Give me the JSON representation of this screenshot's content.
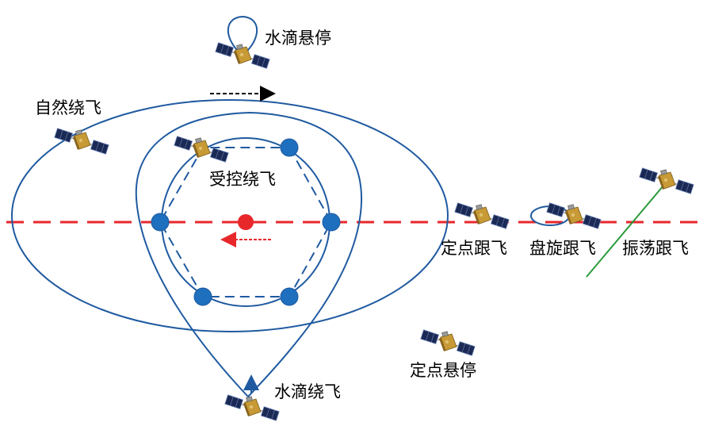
{
  "labels": {
    "water_drop_hover": "水滴悬停",
    "natural_flyaround": "自然绕飞",
    "controlled_flyaround": "受控绕飞",
    "fixed_point_follow": "定点跟飞",
    "hover_follow": "盘旋跟飞",
    "oscillating_follow": "振荡跟飞",
    "water_drop_flyaround": "水滴绕飞",
    "fixed_point_hover": "定点悬停"
  },
  "colors": {
    "orbit": "#1f5aa0",
    "node": "#1e6fbe",
    "target": "#e8272b",
    "axis_dash": "#e8272b",
    "oscillation_line": "#2a9a3a",
    "black_arrow": "#000000",
    "red_arrow": "#e8272b",
    "up_arrow": "#1f5aa0"
  },
  "icons": {
    "spacecraft": "satellite-icon",
    "target": "target-dot-icon",
    "node": "orbit-node-icon"
  }
}
